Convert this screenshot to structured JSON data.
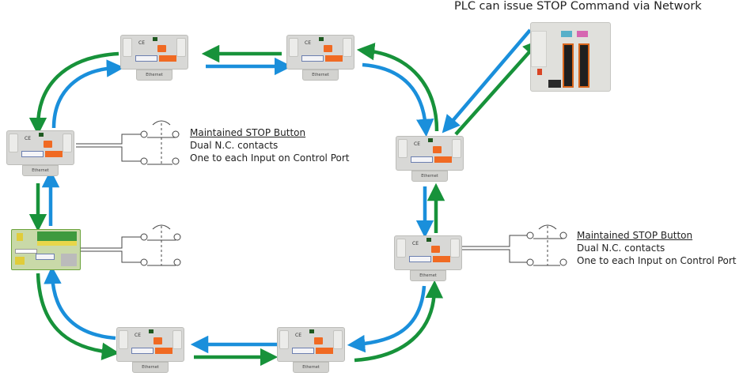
{
  "caption": "PLC can issue STOP Command via Network",
  "colors": {
    "network_blue": "#1a8fdb",
    "network_green": "#17923a",
    "status_orange": "#f06a23",
    "module_grey": "#d8d8d6"
  },
  "device_label": "Ethernet",
  "stop_buttons": [
    {
      "title": "Maintained STOP Button",
      "line2": "Dual N.C. contacts",
      "line3": "One to each Input on Control Port"
    },
    {
      "title": "Maintained STOP Button",
      "line2": "Dual N.C. contacts",
      "line3": "One to each Input on Control Port"
    }
  ],
  "nodes": [
    {
      "id": "top-left"
    },
    {
      "id": "top-right"
    },
    {
      "id": "left-mid"
    },
    {
      "id": "right-upper"
    },
    {
      "id": "right-lower"
    },
    {
      "id": "bottom-left"
    },
    {
      "id": "bottom-right"
    }
  ],
  "icons": {
    "plc": "plc-controller-icon",
    "controller": "din-rail-controller-icon",
    "estop": "stop-switch-contacts-icon"
  }
}
